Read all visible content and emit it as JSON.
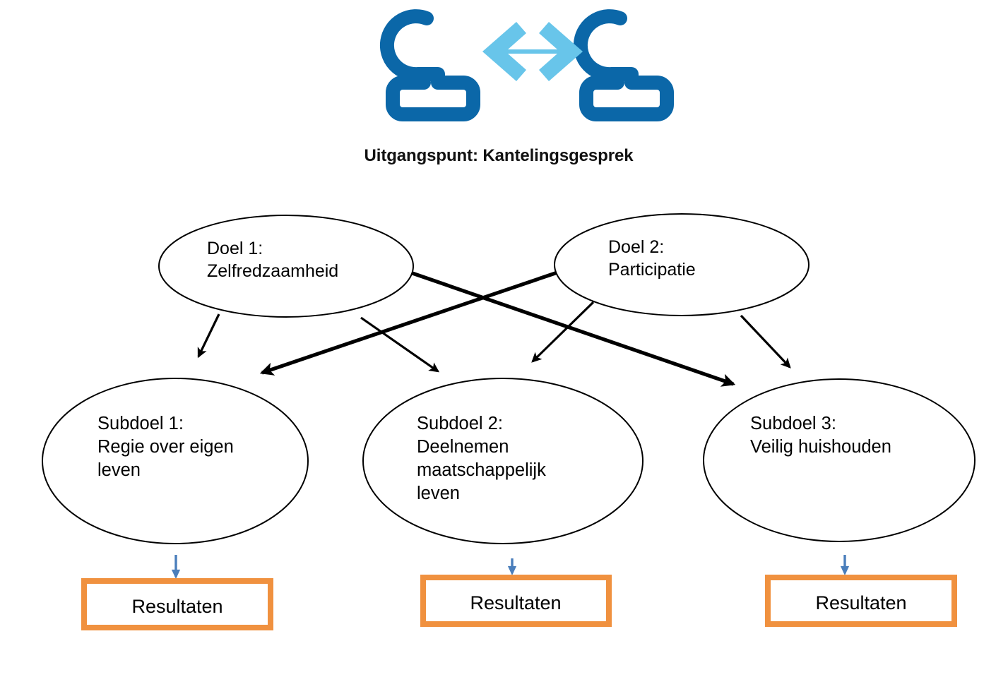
{
  "diagram": {
    "caption": "Uitgangspunt: Kantelingsgesprek",
    "header_icon_left": "person-icon",
    "header_icon_right": "person-icon",
    "header_icon_middle": "double-arrow-icon",
    "colors": {
      "person_blue": "#0B67A8",
      "arrow_light_blue": "#68C5EA",
      "result_border_orange": "#F0913F",
      "down_arrow_blue": "#4A7EBB",
      "outline_black": "#000000",
      "background": "#FFFFFF"
    },
    "goals": [
      {
        "id": "doel-1",
        "lines": [
          "Doel 1:",
          "Zelfredzaamheid"
        ],
        "line1": "Doel 1:",
        "line2": "Zelfredzaamheid"
      },
      {
        "id": "doel-2",
        "lines": [
          "Doel 2:",
          "Participatie"
        ],
        "line1": "Doel 2:",
        "line2": "Participatie"
      }
    ],
    "subgoals": [
      {
        "id": "subdoel-1",
        "line1": "Subdoel 1:",
        "line2": "Regie over eigen",
        "line3": "leven",
        "line4": ""
      },
      {
        "id": "subdoel-2",
        "line1": "Subdoel 2:",
        "line2": "Deelnemen",
        "line3": "maatschappelijk",
        "line4": "leven"
      },
      {
        "id": "subdoel-3",
        "line1": "Subdoel 3:",
        "line2": "Veilig huishouden",
        "line3": "",
        "line4": ""
      }
    ],
    "results": [
      {
        "id": "resultaten-1",
        "label": "Resultaten"
      },
      {
        "id": "resultaten-2",
        "label": "Resultaten"
      },
      {
        "id": "resultaten-3",
        "label": "Resultaten"
      }
    ],
    "connections": [
      {
        "from": "doel-1",
        "to": "subdoel-1",
        "style": "thin"
      },
      {
        "from": "doel-1",
        "to": "subdoel-2",
        "style": "thin"
      },
      {
        "from": "doel-1",
        "to": "subdoel-3",
        "style": "thick"
      },
      {
        "from": "doel-2",
        "to": "subdoel-1",
        "style": "thick"
      },
      {
        "from": "doel-2",
        "to": "subdoel-2",
        "style": "thin"
      },
      {
        "from": "doel-2",
        "to": "subdoel-3",
        "style": "thin"
      },
      {
        "from": "subdoel-1",
        "to": "resultaten-1",
        "style": "blue"
      },
      {
        "from": "subdoel-2",
        "to": "resultaten-2",
        "style": "blue"
      },
      {
        "from": "subdoel-3",
        "to": "resultaten-3",
        "style": "blue"
      }
    ]
  }
}
